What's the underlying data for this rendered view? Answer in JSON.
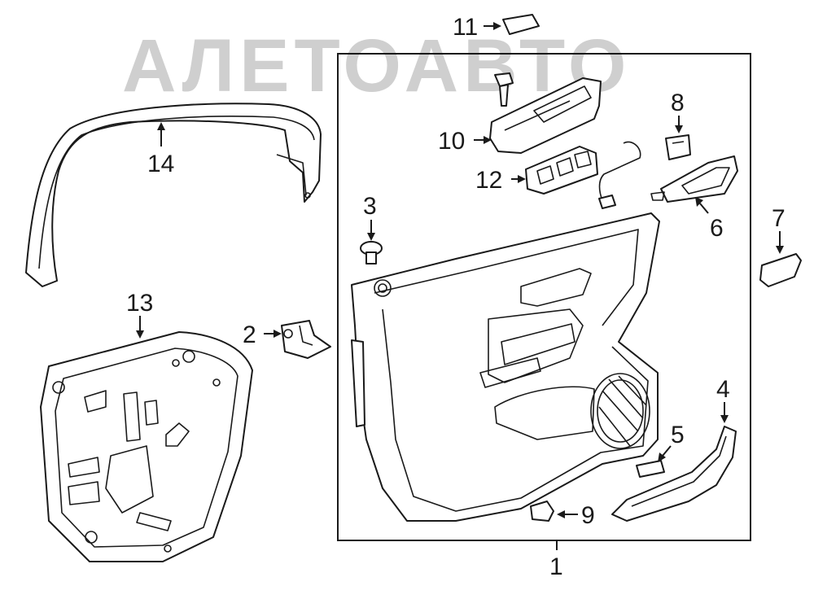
{
  "watermark": {
    "text": "АЛЕТОАВТО"
  },
  "callouts": {
    "c1": "1",
    "c2": "2",
    "c3": "3",
    "c4": "4",
    "c5": "5",
    "c6": "6",
    "c7": "7",
    "c8": "8",
    "c9": "9",
    "c10": "10",
    "c11": "11",
    "c12": "12",
    "c13": "13",
    "c14": "14"
  },
  "colors": {
    "line": "#1a1a1a",
    "watermark": "#cfcfcf",
    "background": "#ffffff"
  }
}
